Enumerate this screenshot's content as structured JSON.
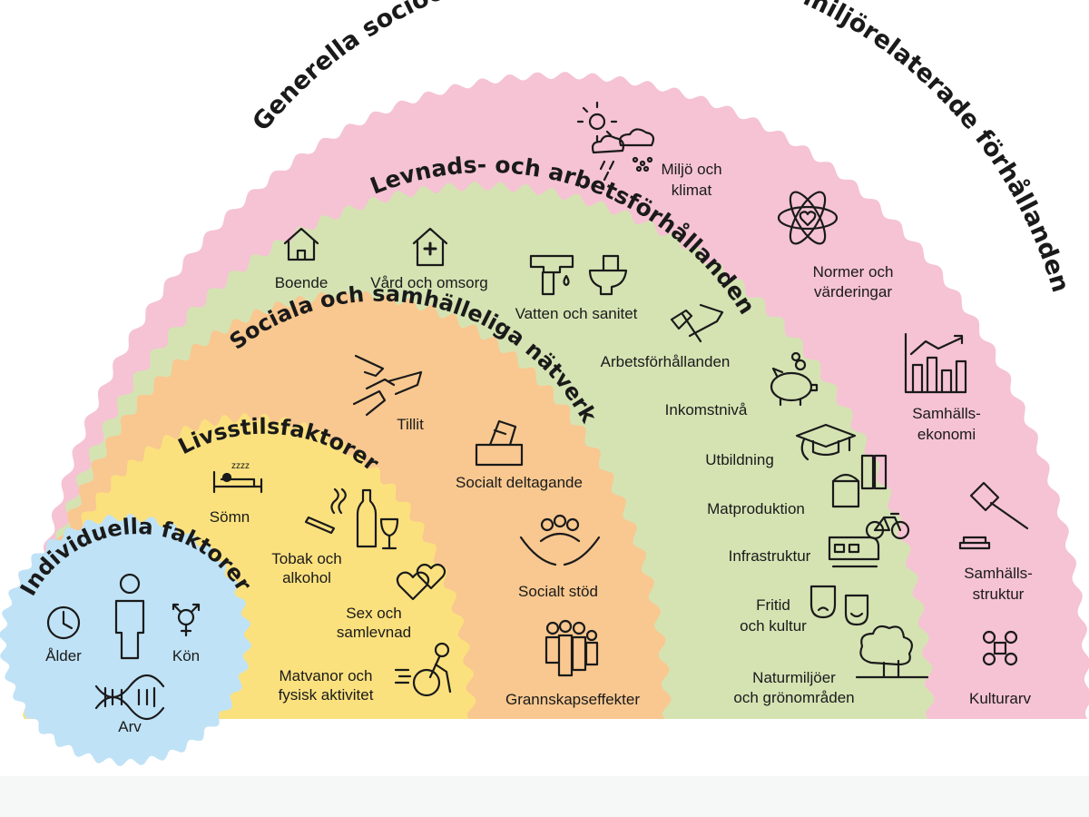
{
  "layers": {
    "outer": {
      "title": "Generella socioekonomiska, kulturella och miljörelaterade förhållanden",
      "color": "#f5c3d3"
    },
    "living": {
      "title": "Levnads- och arbetsförhållanden",
      "color": "#d5e3b3"
    },
    "social": {
      "title": "Sociala och samhälleliga nätverk",
      "color": "#f8c890"
    },
    "lifestyle": {
      "title": "Livsstilsfaktorer",
      "color": "#fbe17e"
    },
    "individual": {
      "title": "Individuella faktorer",
      "color": "#bfe2f6"
    }
  },
  "items": {
    "alder": "Ålder",
    "kon": "Kön",
    "arv": "Arv",
    "somn": "Sömn",
    "tobak_1": "Tobak och",
    "tobak_2": "alkohol",
    "sex_1": "Sex och",
    "sex_2": "samlevnad",
    "mat_1": "Matvanor och",
    "mat_2": "fysisk aktivitet",
    "tillit": "Tillit",
    "deltagande": "Socialt deltagande",
    "stod": "Socialt stöd",
    "grannskap": "Grannskapseffekter",
    "boende": "Boende",
    "vard": "Vård och omsorg",
    "vatten": "Vatten och sanitet",
    "arbete": "Arbetsförhållanden",
    "inkomst": "Inkomstnivå",
    "utbildning": "Utbildning",
    "matproduktion": "Matproduktion",
    "infrastruktur": "Infrastruktur",
    "fritid_1": "Fritid",
    "fritid_2": "och kultur",
    "natur_1": "Naturmiljöer",
    "natur_2": "och grönområden",
    "miljo_1": "Miljö och",
    "miljo_2": "klimat",
    "normer_1": "Normer och",
    "normer_2": "värderingar",
    "ekonomi_1": "Samhälls-",
    "ekonomi_2": "ekonomi",
    "struktur_1": "Samhälls-",
    "struktur_2": "struktur",
    "kulturarv": "Kulturarv"
  },
  "icons": [
    "clock-icon",
    "person-icon",
    "gender-icon",
    "dna-icon",
    "sleep-icon",
    "cigarette-icon",
    "wine-icon",
    "hearts-icon",
    "exercise-icon",
    "hands-icon",
    "ballot-icon",
    "support-icon",
    "family-icon",
    "house-icon",
    "clinic-icon",
    "faucet-icon",
    "toilet-icon",
    "tools-icon",
    "piggy-bank-icon",
    "graduation-cap-icon",
    "food-icon",
    "train-icon",
    "bicycle-icon",
    "theater-masks-icon",
    "trees-icon",
    "weather-icon",
    "atom-heart-icon",
    "bar-chart-icon",
    "gavel-icon",
    "command-icon"
  ]
}
